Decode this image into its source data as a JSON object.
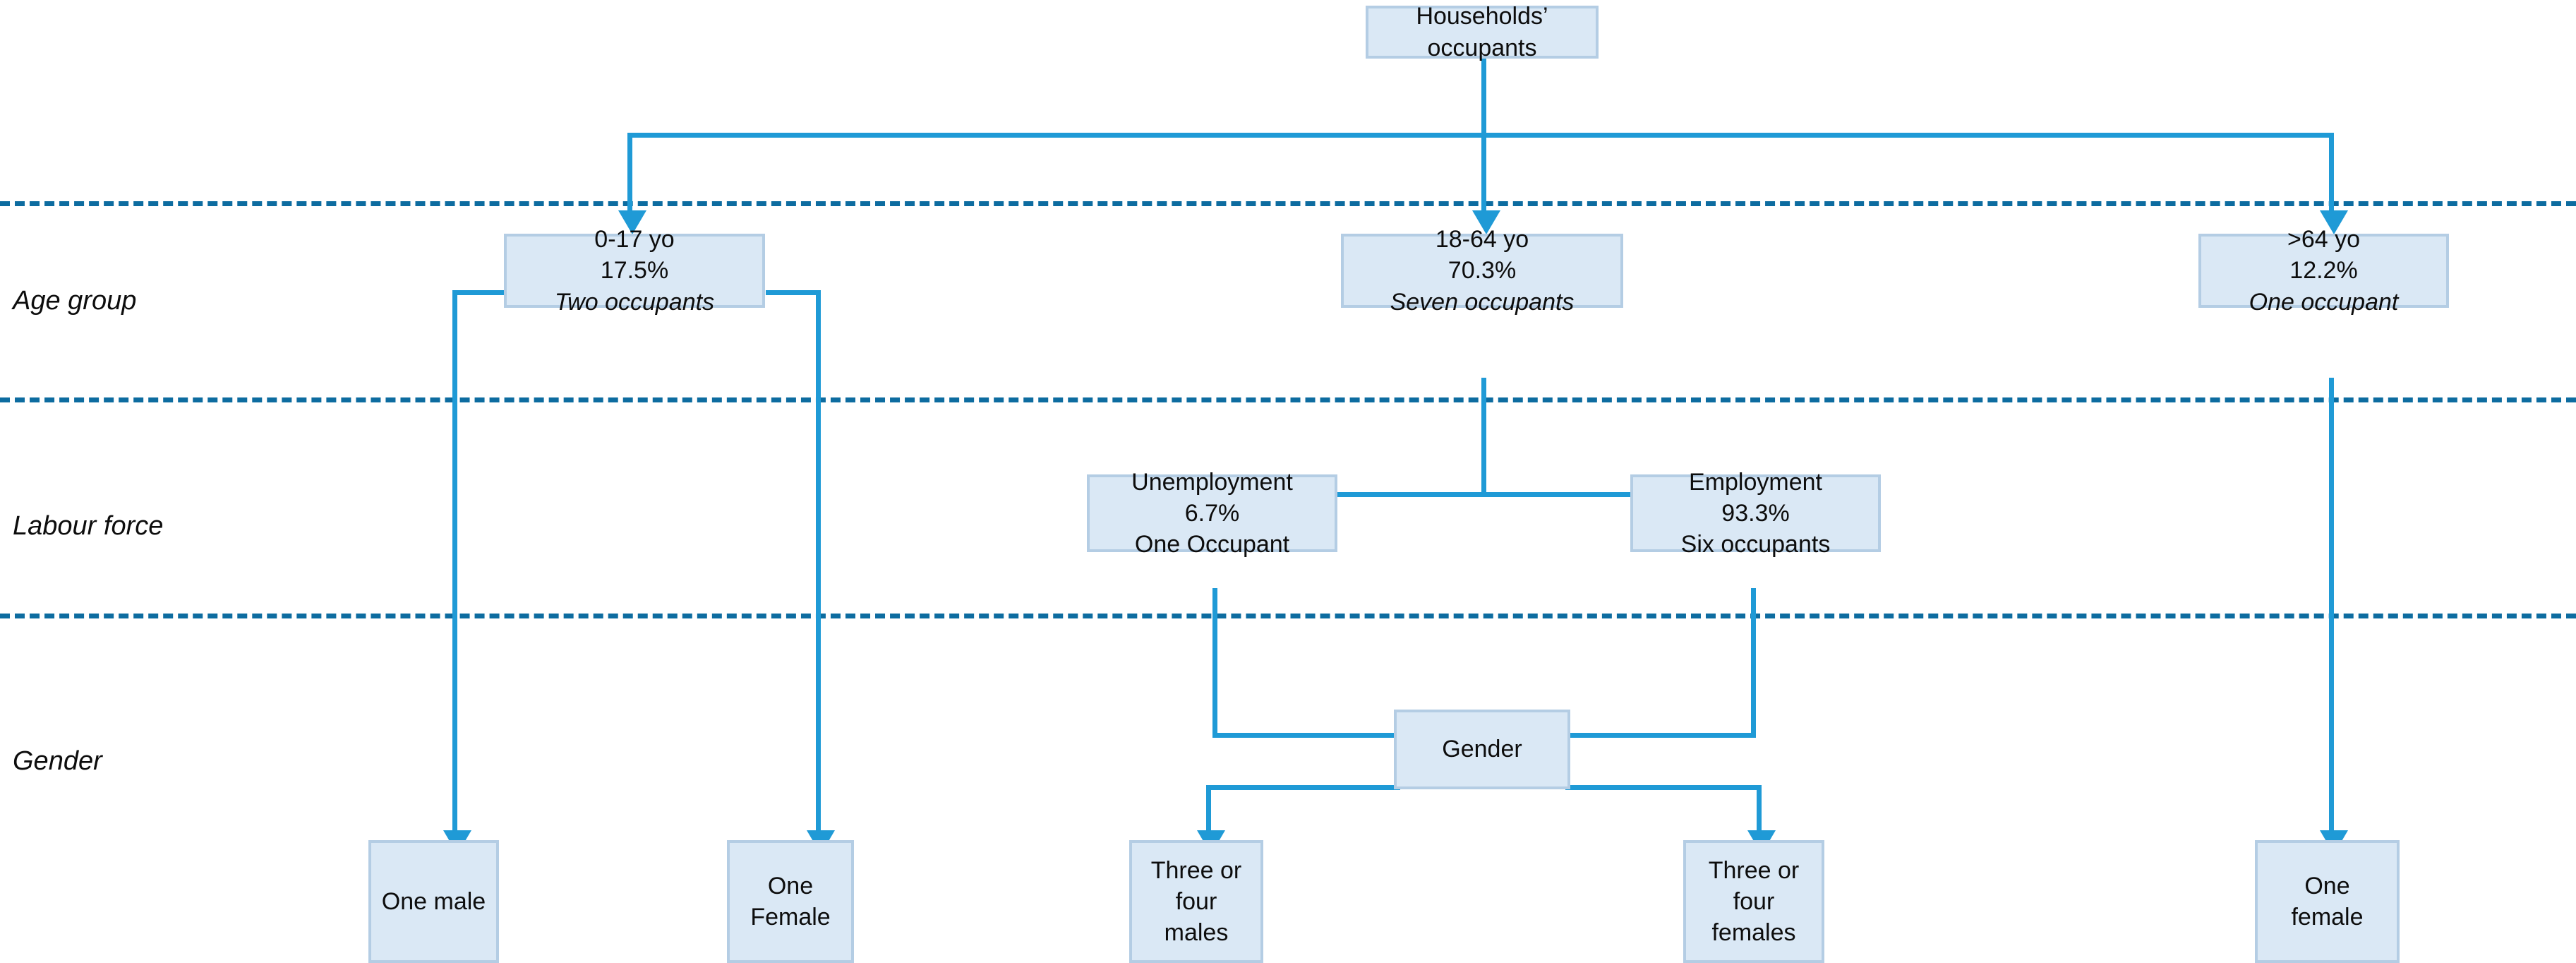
{
  "diagram": {
    "title_node": {
      "lines": [
        "Households’",
        "occupants"
      ]
    },
    "row_labels": [
      {
        "id": "age-group",
        "label": "Age group"
      },
      {
        "id": "labour-force",
        "label": "Labour force"
      },
      {
        "id": "gender",
        "label": "Gender"
      }
    ],
    "age_group_nodes": [
      {
        "id": "age-0-17",
        "line1": "0-17 yo",
        "line2": "17.5%",
        "line3": "Two occupants",
        "line3_italic": true
      },
      {
        "id": "age-18-64",
        "line1": "18-64 yo",
        "line2": "70.3%",
        "line3": "Seven occupants",
        "line3_italic": true
      },
      {
        "id": "age-over-64",
        "line1": ">64 yo",
        "line2": "12.2%",
        "line3": "One occupant",
        "line3_italic": true
      }
    ],
    "labour_force_nodes": [
      {
        "id": "unemployment",
        "line1": "Unemployment",
        "line2": "6.7%",
        "line3": "One Occupant",
        "line3_italic": false
      },
      {
        "id": "employment",
        "line1": "Employment",
        "line2": "93.3%",
        "line3": "Six occupants",
        "line3_italic": false
      }
    ],
    "gender_node": {
      "id": "gender-split",
      "label": "Gender"
    },
    "outcome_nodes": [
      {
        "id": "one-male",
        "lines": [
          "One male"
        ]
      },
      {
        "id": "one-female-child",
        "lines": [
          "One",
          "Female"
        ]
      },
      {
        "id": "three-four-males",
        "lines": [
          "Three or",
          "four",
          "males"
        ]
      },
      {
        "id": "three-four-females",
        "lines": [
          "Three or",
          "four",
          "females"
        ]
      },
      {
        "id": "one-female-senior",
        "lines": [
          "One",
          "female"
        ]
      }
    ],
    "colors": {
      "node_fill": "#dae8f5",
      "node_border": "#b4cde4",
      "connector": "#1f9ad6",
      "separator": "#0d6ca0",
      "text": "#0d0d0d"
    }
  },
  "chart_data": {
    "type": "diagram",
    "title": "Households’ occupants breakdown",
    "levels": [
      "Age group",
      "Labour force",
      "Gender"
    ],
    "nodes": [
      {
        "name": "Households’ occupants",
        "level": "root"
      },
      {
        "name": "0-17 yo",
        "percent": 17.5,
        "count_text": "Two occupants",
        "level": "Age group"
      },
      {
        "name": "18-64 yo",
        "percent": 70.3,
        "count_text": "Seven occupants",
        "level": "Age group"
      },
      {
        "name": ">64 yo",
        "percent": 12.2,
        "count_text": "One occupant",
        "level": "Age group"
      },
      {
        "name": "Unemployment",
        "percent": 6.7,
        "count_text": "One Occupant",
        "level": "Labour force"
      },
      {
        "name": "Employment",
        "percent": 93.3,
        "count_text": "Six occupants",
        "level": "Labour force"
      },
      {
        "name": "Gender",
        "level": "Gender"
      },
      {
        "name": "One male",
        "level": "outcome"
      },
      {
        "name": "One Female",
        "level": "outcome"
      },
      {
        "name": "Three or four males",
        "level": "outcome"
      },
      {
        "name": "Three or four females",
        "level": "outcome"
      },
      {
        "name": "One female",
        "level": "outcome"
      }
    ],
    "edges": [
      [
        "Households’ occupants",
        "0-17 yo"
      ],
      [
        "Households’ occupants",
        "18-64 yo"
      ],
      [
        "Households’ occupants",
        ">64 yo"
      ],
      [
        "0-17 yo",
        "One male"
      ],
      [
        "0-17 yo",
        "One Female"
      ],
      [
        "18-64 yo",
        "Unemployment"
      ],
      [
        "18-64 yo",
        "Employment"
      ],
      [
        "Unemployment",
        "Gender"
      ],
      [
        "Employment",
        "Gender"
      ],
      [
        "Gender",
        "Three or four males"
      ],
      [
        "Gender",
        "Three or four females"
      ],
      [
        ">64 yo",
        "One female"
      ]
    ]
  }
}
